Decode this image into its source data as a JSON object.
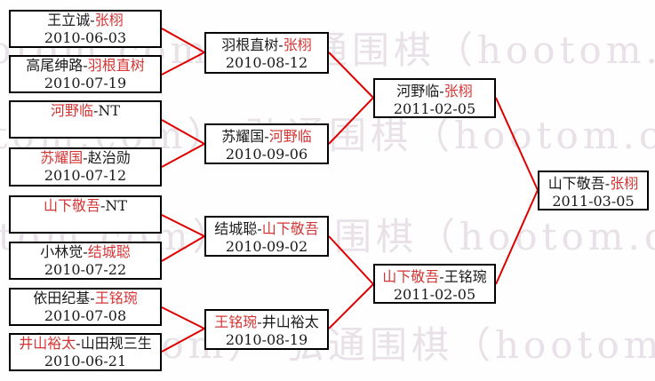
{
  "colors": {
    "connector": "#e00000",
    "winner_text": "#d53535",
    "loser_text": "#1a1a1a",
    "box_border": "#000000",
    "watermark": "#e8e1e7",
    "background": "#fefefe"
  },
  "watermark": {
    "text": "弘通围棋（hootom.com） 弘通围棋（hootom.com） 弘通围棋（hootom.com）"
  },
  "bracket": {
    "round1": [
      {
        "parts": [
          {
            "text": "王立诚-",
            "color": "black"
          },
          {
            "text": "张栩",
            "color": "red"
          }
        ],
        "date": "2010-06-03"
      },
      {
        "parts": [
          {
            "text": "高尾绅路-",
            "color": "black"
          },
          {
            "text": "羽根直树",
            "color": "red"
          }
        ],
        "date": "2010-07-19"
      },
      {
        "parts": [
          {
            "text": "河野临",
            "color": "red"
          },
          {
            "text": "-NT",
            "color": "black"
          }
        ],
        "date": ""
      },
      {
        "parts": [
          {
            "text": "苏耀国",
            "color": "red"
          },
          {
            "text": "-赵治勋",
            "color": "black"
          }
        ],
        "date": "2010-07-12"
      },
      {
        "parts": [
          {
            "text": "山下敬吾",
            "color": "red"
          },
          {
            "text": "-NT",
            "color": "black"
          }
        ],
        "date": ""
      },
      {
        "parts": [
          {
            "text": "小林觉-",
            "color": "black"
          },
          {
            "text": "结城聪",
            "color": "red"
          }
        ],
        "date": "2010-07-22"
      },
      {
        "parts": [
          {
            "text": "依田纪基-",
            "color": "black"
          },
          {
            "text": "王铭琬",
            "color": "red"
          }
        ],
        "date": "2010-07-08"
      },
      {
        "parts": [
          {
            "text": "井山裕太",
            "color": "red"
          },
          {
            "text": "-山田规三生",
            "color": "black"
          }
        ],
        "date": "2010-06-21"
      }
    ],
    "round2": [
      {
        "parts": [
          {
            "text": "羽根直树-",
            "color": "black"
          },
          {
            "text": "张栩",
            "color": "red"
          }
        ],
        "date": "2010-08-12"
      },
      {
        "parts": [
          {
            "text": "苏耀国-",
            "color": "black"
          },
          {
            "text": "河野临",
            "color": "red"
          }
        ],
        "date": "2010-09-06"
      },
      {
        "parts": [
          {
            "text": "结城聪-",
            "color": "black"
          },
          {
            "text": "山下敬吾",
            "color": "red"
          }
        ],
        "date": "2010-09-02"
      },
      {
        "parts": [
          {
            "text": "王铭琬",
            "color": "red"
          },
          {
            "text": "-井山裕太",
            "color": "black"
          }
        ],
        "date": "2010-08-19"
      }
    ],
    "semifinals": [
      {
        "parts": [
          {
            "text": "河野临-",
            "color": "black"
          },
          {
            "text": "张栩",
            "color": "red"
          }
        ],
        "date": "2011-02-05"
      },
      {
        "parts": [
          {
            "text": "山下敬吾",
            "color": "red"
          },
          {
            "text": "-王铭琬",
            "color": "black"
          }
        ],
        "date": "2011-02-05"
      }
    ],
    "final": {
      "parts": [
        {
          "text": "山下敬吾-",
          "color": "black"
        },
        {
          "text": "张栩",
          "color": "red"
        }
      ],
      "date": "2011-03-05"
    }
  }
}
